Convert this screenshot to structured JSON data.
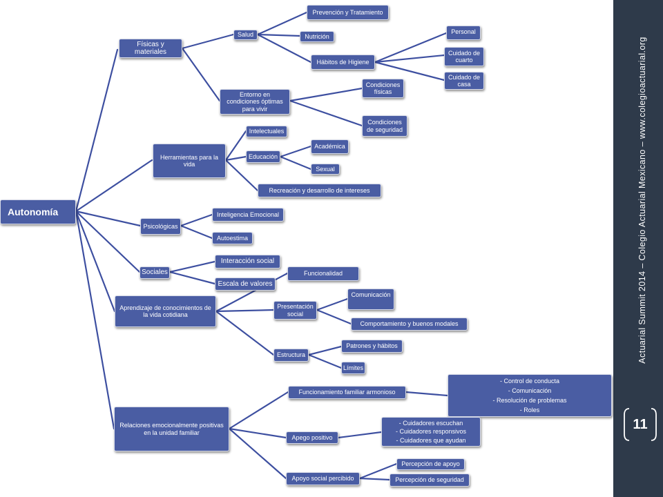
{
  "colors": {
    "node_fill": "#4a5da3",
    "node_border": "#d8dcea",
    "connector": "#3d4fa0",
    "sidebar": "#2e3a4a",
    "text": "#ffffff"
  },
  "sidebar": {
    "vertical_text": "Actuarial Summit 2014 – Colegio Actuarial Mexicano – www.colegioactuarial.org",
    "page_number": "11"
  },
  "diagram": {
    "root": "Autonomía",
    "fisicas": "Físicas y materiales",
    "salud": "Salud",
    "prevencion": "Prevención y Tratamiento",
    "nutricion": "Nutrición",
    "habitos": "Hábitos de Higiene",
    "personal": "Personal",
    "cuidado_cuarto": "Cuidado de cuarto",
    "cuidado_casa": "Cuidado de casa",
    "entorno": "Entorno en condiciones óptimas para vivir",
    "condiciones_fisicas": "Condiciones físicas",
    "condiciones_seguridad": "Condiciones de seguridad",
    "herramientas": "Herramientas para la vida",
    "intelectuales": "Intelectuales",
    "educacion": "Educación",
    "academica": "Académica",
    "sexual": "Sexual",
    "recreacion": "Recreación y desarrollo de intereses",
    "psicologicas": "Psicológicas",
    "inteligencia": "Inteligencia Emocional",
    "autoestima": "Autoestima",
    "sociales": "Sociales",
    "interaccion": "Interacción social",
    "escala": "Escala de valores",
    "aprendizaje": "Aprendizaje de conocimientos de la vida cotidiana",
    "funcionalidad": "Funcionalidad",
    "presentacion": "Presentación social",
    "comunicacion": "Comunicación",
    "comportamiento": "Comportamiento y buenos modales",
    "estructura": "Estructura",
    "patrones": "Patrones y hábitos",
    "limites": "Límites",
    "relaciones": "Relaciones emocionalmente positivas en la unidad familiar",
    "funcionamiento": "Funcionamiento familiar armonioso",
    "control_list": [
      "- Control de conducta",
      "- Comunicación",
      "- Resolución de problemas",
      "- Roles"
    ],
    "apego": "Apego positivo",
    "cuidadores_list": [
      "- Cuidadores escuchan",
      "- Cuidadores responsivos",
      "- Cuidadores que ayudan"
    ],
    "apoyo": "Apoyo social percibido",
    "percepcion_apoyo": "Percepción de apoyo",
    "percepcion_seguridad": "Percepción de seguridad"
  }
}
